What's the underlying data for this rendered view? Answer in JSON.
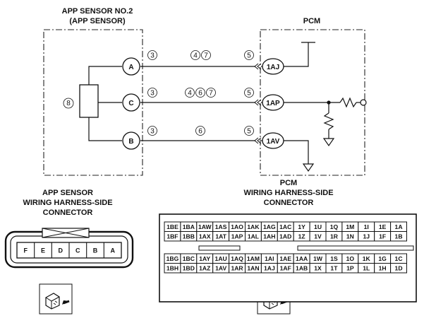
{
  "titles": {
    "app_sensor": [
      "APP SENSOR NO.2",
      "(APP SENSOR)"
    ],
    "pcm": "PCM",
    "app_connector": [
      "APP SENSOR",
      "WIRING HARNESS-SIDE",
      "CONNECTOR"
    ],
    "pcm_connector": [
      "PCM",
      "WIRING HARNESS-SIDE",
      "CONNECTOR"
    ]
  },
  "sensor_pins": [
    "A",
    "C",
    "B"
  ],
  "pcm_pins": [
    "1AJ",
    "1AP",
    "1AV"
  ],
  "sensor_element_ref": "8",
  "wire_refs": [
    {
      "sensor_side": "3",
      "middle": [
        "4",
        "7"
      ],
      "pcm_side": "5"
    },
    {
      "sensor_side": "3",
      "middle": [
        "4",
        "6",
        "7"
      ],
      "pcm_side": "5"
    },
    {
      "sensor_side": "3",
      "middle": [
        "6"
      ],
      "pcm_side": "5"
    }
  ],
  "app_connector_pins": [
    "F",
    "E",
    "D",
    "C",
    "B",
    "A"
  ],
  "pcm_connector_rows": [
    [
      "1BE",
      "1BA",
      "1AW",
      "1AS",
      "1AO",
      "1AK",
      "1AG",
      "1AC",
      "1Y",
      "1U",
      "1Q",
      "1M",
      "1I",
      "1E",
      "1A"
    ],
    [
      "1BF",
      "1BB",
      "1AX",
      "1AT",
      "1AP",
      "1AL",
      "1AH",
      "1AD",
      "1Z",
      "1V",
      "1R",
      "1N",
      "1J",
      "1F",
      "1B"
    ],
    [
      "1BG",
      "1BC",
      "1AY",
      "1AU",
      "1AQ",
      "1AM",
      "1AI",
      "1AE",
      "1AA",
      "1W",
      "1S",
      "1O",
      "1K",
      "1G",
      "1C"
    ],
    [
      "1BH",
      "1BD",
      "1AZ",
      "1AV",
      "1AR",
      "1AN",
      "1AJ",
      "1AF",
      "1AB",
      "1X",
      "1T",
      "1P",
      "1L",
      "1H",
      "1D"
    ]
  ],
  "icons": [
    "app-connector-view-icon",
    "pcm-connector-view-icon",
    "ground-icon",
    "resistor-icon"
  ]
}
